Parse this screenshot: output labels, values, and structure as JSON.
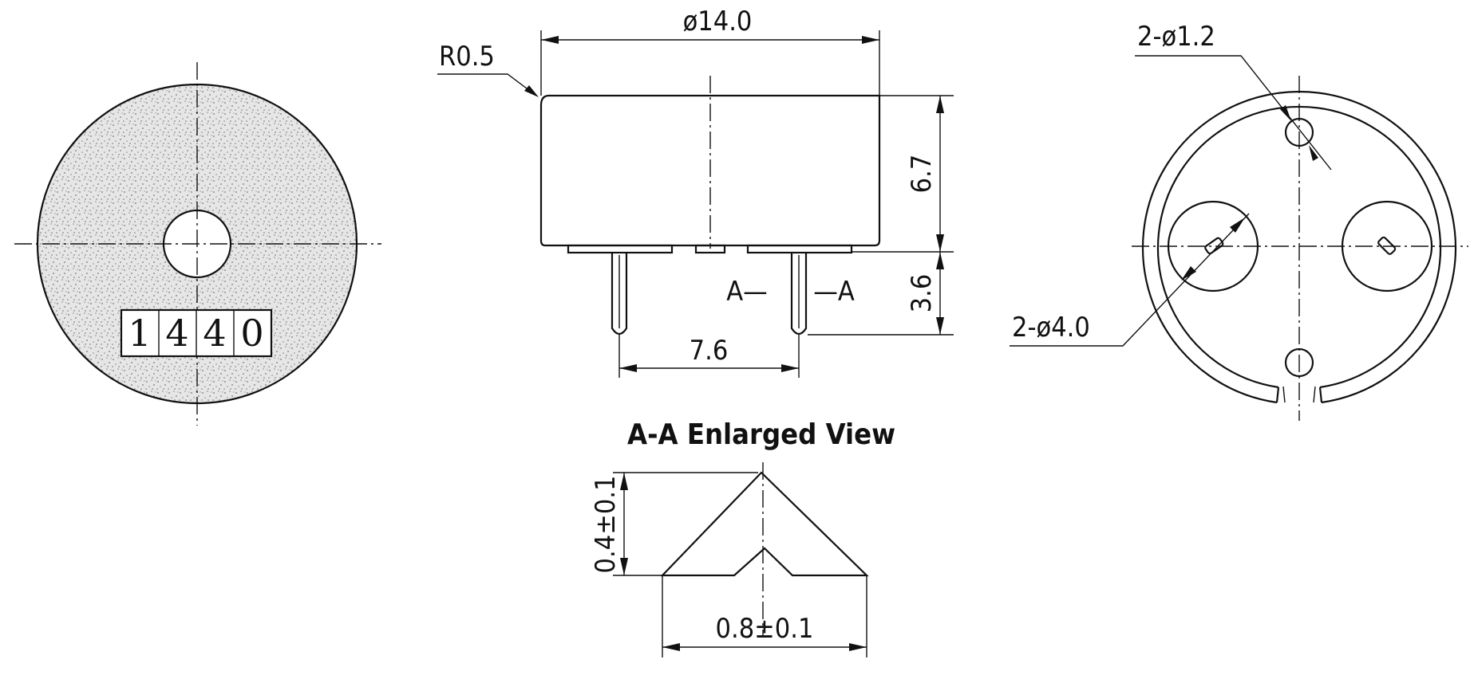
{
  "front_view": {
    "marking_digits": [
      "1",
      "4",
      "4",
      "0"
    ]
  },
  "side_view": {
    "diameter_label": "ø14.0",
    "radius_label": "R0.5",
    "height_label": "6.7",
    "pin_length_label": "3.6",
    "pin_spacing_label": "7.6",
    "section_left_label": "A—",
    "section_right_label": "—A"
  },
  "bottom_view": {
    "hole_label": "2-ø1.2",
    "pad_label": "2-ø4.0"
  },
  "section_view": {
    "title": "A-A Enlarged View",
    "height_label": "0.4±0.1",
    "width_label": "0.8±0.1"
  },
  "colors": {
    "line": "#111111",
    "background": "#ffffff",
    "stipple": "#9a9a9a"
  }
}
